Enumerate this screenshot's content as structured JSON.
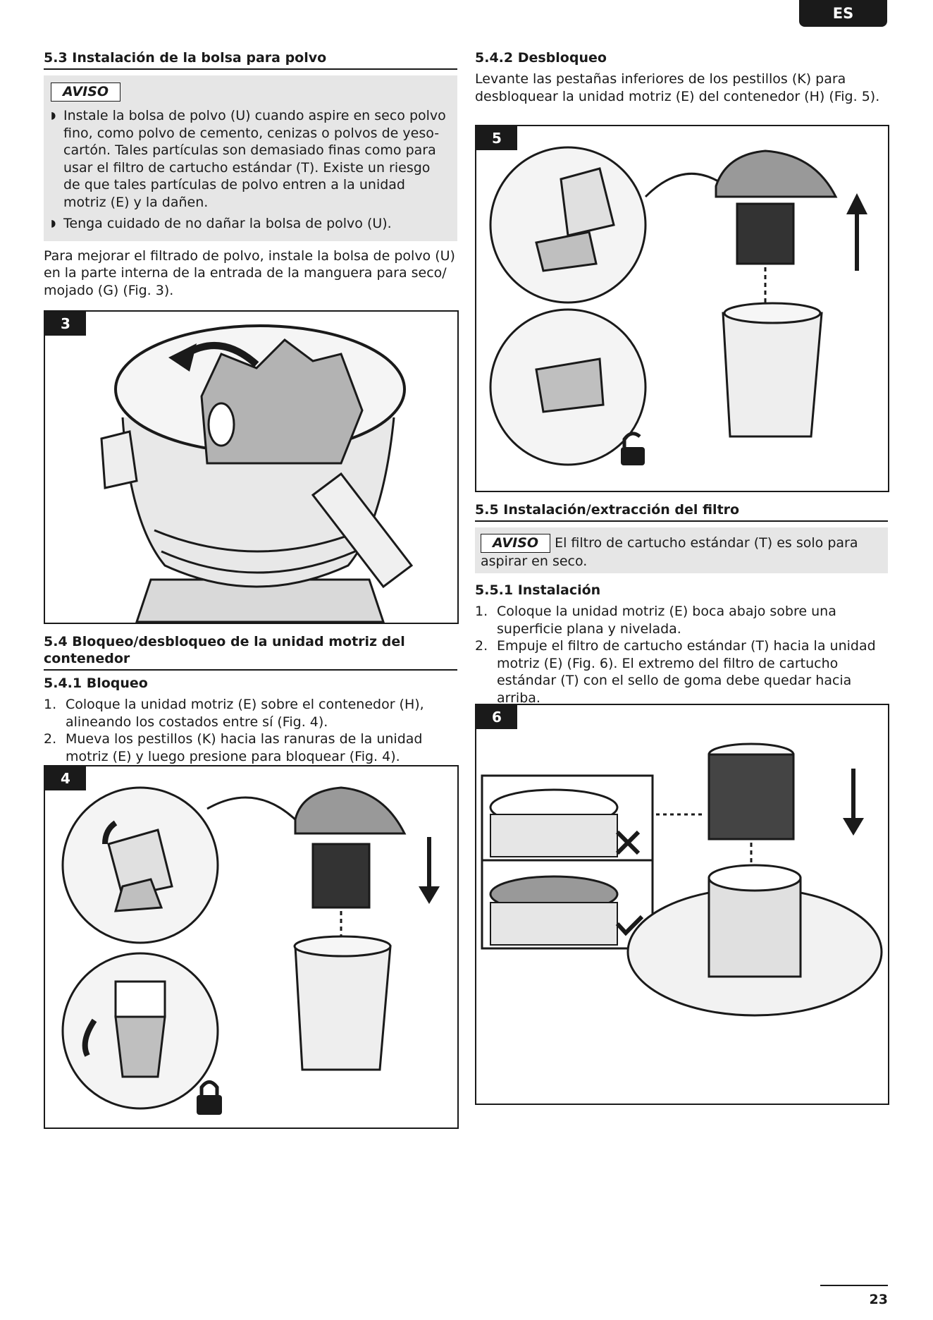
{
  "lang_tab": "ES",
  "s53": {
    "heading": "5.3 Instalación de la bolsa para polvo",
    "notice_label": "AVISO",
    "bullets": [
      "Instale la bolsa de polvo (U) cuando aspire en seco polvo fino, como polvo de cemento, cenizas o polvos de yeso-cartón. Tales partículas son demasiado finas como para usar el filtro de cartucho estándar (T). Existe un riesgo de que tales partículas de polvo entren a la unidad motriz (E) y la dañen.",
      "Tenga cuidado de no dañar la bolsa de polvo (U)."
    ],
    "paragraph": "Para mejorar el filtrado de polvo, instale la bolsa de polvo (U) en la parte interna de la entrada de la manguera para seco/ mojado (G) (Fig. 3)."
  },
  "fig3_label": "3",
  "s54": {
    "heading": "5.4 Bloqueo/desbloqueo de la unidad motriz del contenedor",
    "sub": "5.4.1 Bloqueo",
    "steps": [
      "Coloque la unidad motriz (E) sobre el contenedor (H), alineando los costados entre sí (Fig. 4).",
      "Mueva los pestillos (K) hacia las ranuras de la unidad motriz (E) y luego presione para bloquear (Fig. 4)."
    ]
  },
  "fig4_label": "4",
  "s542": {
    "sub": "5.4.2 Desbloqueo",
    "paragraph": "Levante las pestañas inferiores de los pestillos (K) para desbloquear la unidad motriz (E) del contenedor (H) (Fig. 5)."
  },
  "fig5_label": "5",
  "s55": {
    "heading": "5.5 Instalación/extracción del filtro",
    "notice_label": "AVISO",
    "notice_text": "El filtro de cartucho estándar (T) es solo para aspirar en seco.",
    "sub": "5.5.1 Instalación",
    "steps": [
      "Coloque la unidad motriz (E) boca abajo sobre una superficie plana y nivelada.",
      "Empuje el filtro de cartucho estándar (T) hacia la unidad motriz (E) (Fig. 6). El extremo del filtro de cartucho estándar (T) con el sello de goma debe quedar hacia arriba."
    ]
  },
  "fig6_label": "6",
  "page_number": "23",
  "icons": {
    "arrow": "arrow-icon",
    "lock": "lock-icon",
    "unlock": "unlock-icon",
    "check": "check-icon",
    "cross": "cross-icon"
  }
}
